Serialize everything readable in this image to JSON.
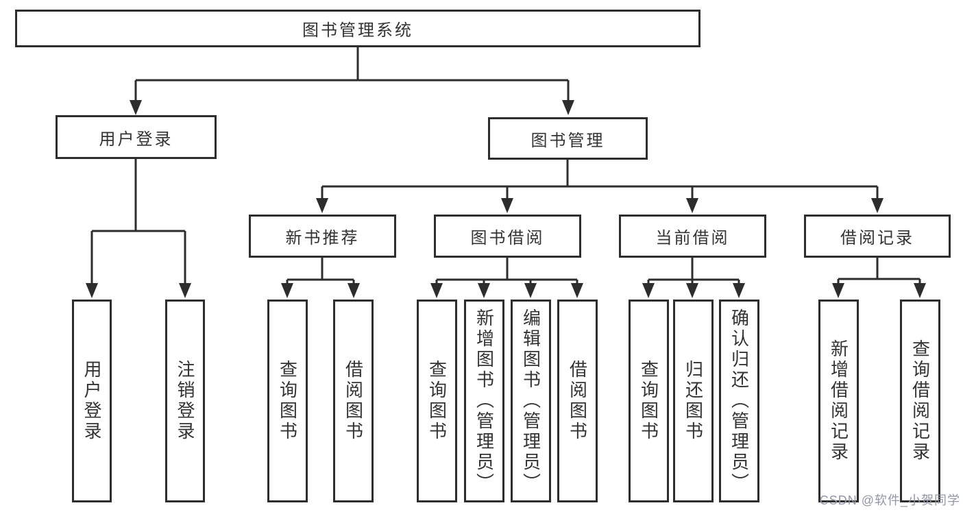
{
  "diagram": {
    "root": {
      "label": "图书管理系统"
    },
    "level2": [
      {
        "label": "用户登录"
      },
      {
        "label": "图书管理"
      }
    ],
    "level3": [
      {
        "label": "新书推荐"
      },
      {
        "label": "图书借阅"
      },
      {
        "label": "当前借阅"
      },
      {
        "label": "借阅记录"
      }
    ],
    "leaves": {
      "user_login": [
        {
          "label": "用户登录"
        },
        {
          "label": "注销登录"
        }
      ],
      "new_book": [
        {
          "label": "查询图书"
        },
        {
          "label": "借阅图书"
        }
      ],
      "book_borrow": [
        {
          "label": "查询图书"
        },
        {
          "label": "新增图书（管理员）"
        },
        {
          "label": "编辑图书（管理员）"
        },
        {
          "label": "借阅图书"
        }
      ],
      "current_borrow": [
        {
          "label": "查询图书"
        },
        {
          "label": "归还图书"
        },
        {
          "label": "确认归还（管理员）"
        }
      ],
      "borrow_record": [
        {
          "label": "新增借阅记录"
        },
        {
          "label": "查询借阅记录"
        }
      ]
    },
    "watermark": "CSDN @软件_小贺同学",
    "colors": {
      "line": "#2d2d2d",
      "box_border": "#2d2d2d",
      "text": "#333333",
      "watermark": "#8f96a5",
      "background": "#ffffff"
    }
  }
}
